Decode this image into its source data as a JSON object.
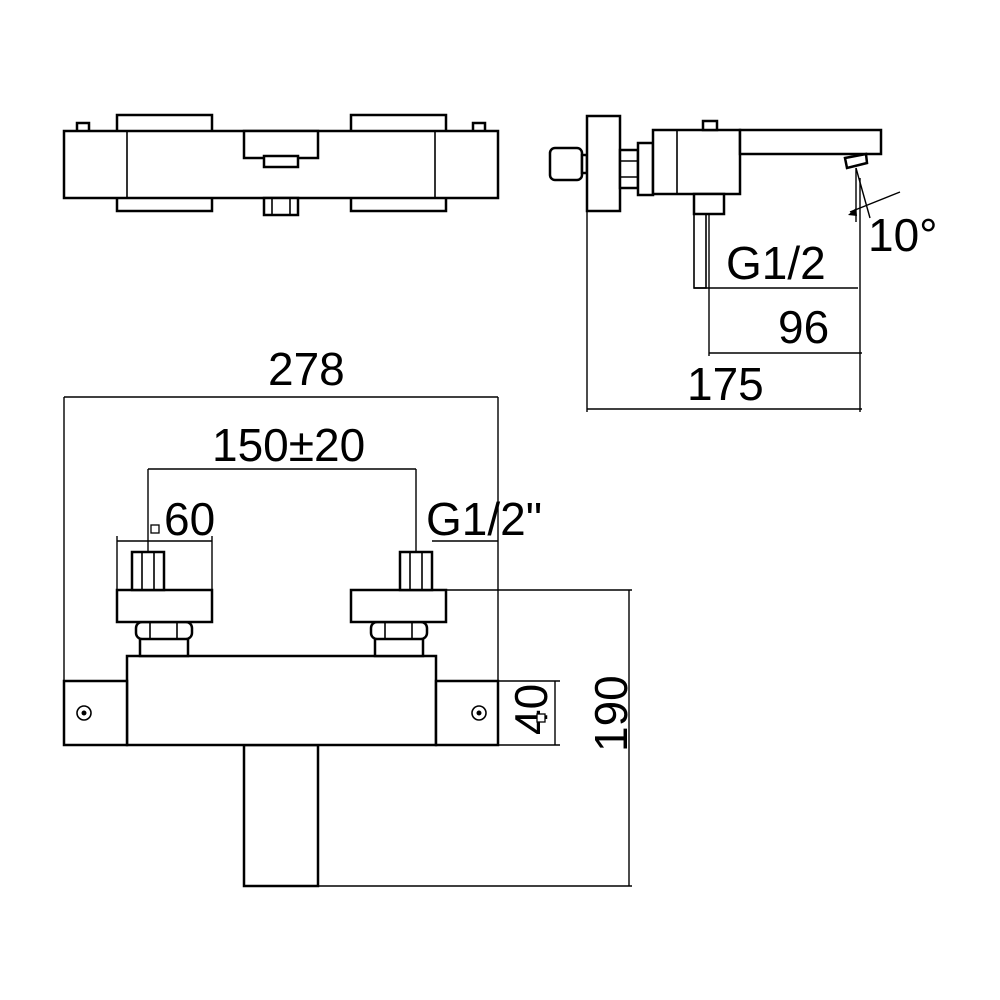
{
  "dimensions": {
    "overall_width": "278",
    "center_distance": "150±20",
    "connector_square": "60",
    "inlet_thread_front": "G1/2\"",
    "body_section_square": "40",
    "overall_height": "190",
    "spout_angle": "10°",
    "outlet_thread_side": "G1/2",
    "outlet_projection": "96",
    "total_depth": "175"
  }
}
